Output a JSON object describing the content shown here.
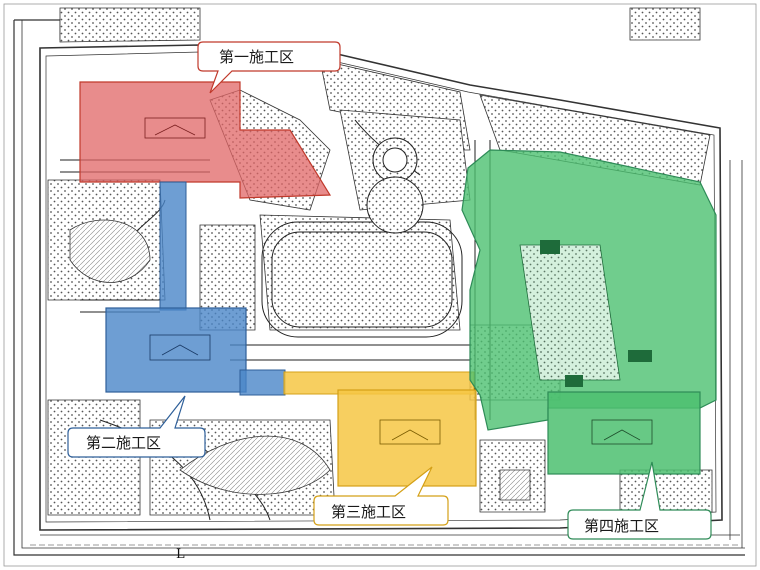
{
  "zones": [
    {
      "id": "zone1",
      "label": "第一施工区",
      "color": "#e06666",
      "stroke": "#c0392b"
    },
    {
      "id": "zone2",
      "label": "第二施工区",
      "color": "#4a86c8",
      "stroke": "#2e5f99"
    },
    {
      "id": "zone3",
      "label": "第三施工区",
      "color": "#f6c744",
      "stroke": "#d4a017"
    },
    {
      "id": "zone4",
      "label": "第四施工区",
      "color": "#4cc070",
      "stroke": "#2e8b57"
    }
  ],
  "boundary_marker": "L"
}
